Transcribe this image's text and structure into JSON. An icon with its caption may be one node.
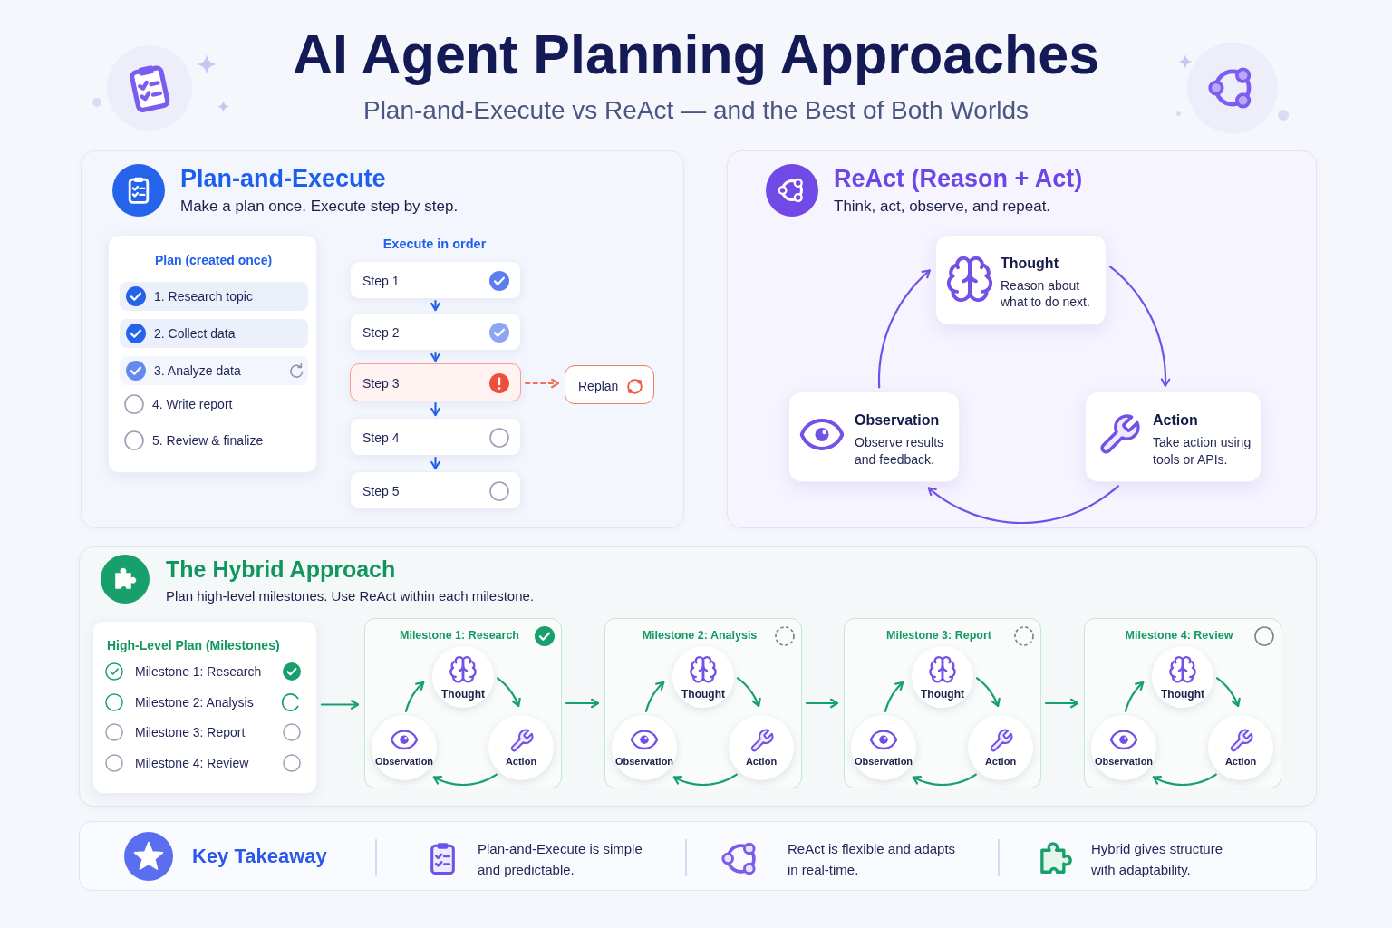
{
  "diagram": {
    "title": "AI Agent Planning Approaches",
    "nodes": [
      {
        "text": [
          "Plan-and-Execute",
          "Make a plan once. Execute step by step."
        ]
      },
      {
        "text": [
          "Plan (created once)"
        ],
        "in": 0
      },
      {
        "text": [
          "1. Research topic"
        ],
        "in": 1
      },
      {
        "text": [
          "2. Collect data"
        ],
        "in": 1
      },
      {
        "text": [
          "3. Analyze data"
        ],
        "in": 1
      },
      {
        "text": [
          "Step 1"
        ],
        "in": 0
      },
      {
        "text": [
          "Step 2"
        ],
        "in": 0
      },
      {
        "text": [
          "Step 3"
        ],
        "in": 0
      },
      {
        "text": [
          "Step 4"
        ],
        "in": 0
      },
      {
        "text": [
          "Step 5"
        ],
        "in": 0
      },
      {
        "text": [
          "Replan"
        ],
        "in": 0
      },
      {
        "text": [
          "ReAct (Reason + Act)",
          "Think, act, observe, and repeat."
        ]
      },
      {
        "text": [
          "Thought",
          "Reason about what to do next."
        ],
        "in": 11
      },
      {
        "text": [
          "Observation",
          "Observe results and feedback."
        ],
        "in": 11
      },
      {
        "text": [
          "Action",
          "Take action using tools or APIs."
        ],
        "in": 11
      },
      {
        "text": [
          "The Hybrid Approach",
          "Plan high-level milestones. Use ReAct within each milestone."
        ]
      },
      {
        "text": [
          "High-Level Plan (Milestones)"
        ],
        "in": 15
      },
      {
        "text": [
          "Milestone 1: Research"
        ],
        "in": 15
      },
      {
        "text": [
          "Thought"
        ],
        "in": 17
      },
      {
        "text": [
          "Observation"
        ],
        "in": 17
      },
      {
        "text": [
          "Action"
        ],
        "in": 17
      },
      {
        "text": [
          "Milestone 2: Analysis"
        ],
        "in": 15
      },
      {
        "text": [
          "Thought"
        ],
        "in": 21
      },
      {
        "text": [
          "Observation"
        ],
        "in": 21
      },
      {
        "text": [
          "Action"
        ],
        "in": 21
      },
      {
        "text": [
          "Milestone 3: Report"
        ],
        "in": 15
      },
      {
        "text": [
          "Thought"
        ],
        "in": 25
      },
      {
        "text": [
          "Observation"
        ],
        "in": 25
      },
      {
        "text": [
          "Action"
        ],
        "in": 25
      },
      {
        "text": [
          "Milestone 4: Review"
        ],
        "in": 15
      },
      {
        "text": [
          "Thought"
        ],
        "in": 29
      },
      {
        "text": [
          "Observation"
        ],
        "in": 29
      },
      {
        "text": [
          "Action"
        ],
        "in": 29
      },
      {
        "text": [
          "Key Takeaway",
          "Plan-and-Execute is simple and predictable.",
          "ReAct is flexible and adapts in real-time.",
          "Hybrid gives structure with adaptability."
        ]
      }
    ],
    "edges": [
      {
        "from": 5,
        "to": 6,
        "arrow": "to",
        "color": "#2563eb"
      },
      {
        "from": 6,
        "to": 7,
        "arrow": "to",
        "color": "#2563eb"
      },
      {
        "from": 7,
        "to": 8,
        "arrow": "to",
        "color": "#2563eb"
      },
      {
        "from": 8,
        "to": 9,
        "arrow": "to",
        "color": "#2563eb"
      },
      {
        "from": 7,
        "to": 10,
        "arrow": "to",
        "style": "dashed",
        "color": "#f0705f"
      },
      {
        "from": 12,
        "to": 14,
        "arrow": "to",
        "color": "#7450e8"
      },
      {
        "from": 14,
        "to": 13,
        "arrow": "to",
        "color": "#7450e8"
      },
      {
        "from": 13,
        "to": 12,
        "arrow": "to",
        "color": "#7450e8"
      },
      {
        "from": 16,
        "to": 17,
        "arrow": "to"
      },
      {
        "from": 17,
        "to": 21,
        "arrow": "to"
      },
      {
        "from": 21,
        "to": 25,
        "arrow": "to"
      },
      {
        "from": 25,
        "to": 29,
        "arrow": "to"
      },
      {
        "from": 18,
        "to": 20,
        "arrow": "to"
      },
      {
        "from": 20,
        "to": 19,
        "arrow": "to"
      },
      {
        "from": 19,
        "to": 18,
        "arrow": "to"
      },
      {
        "from": 22,
        "to": 24,
        "arrow": "to"
      },
      {
        "from": 24,
        "to": 23,
        "arrow": "to"
      },
      {
        "from": 23,
        "to": 22,
        "arrow": "to"
      },
      {
        "from": 26,
        "to": 28,
        "arrow": "to"
      },
      {
        "from": 28,
        "to": 27,
        "arrow": "to"
      },
      {
        "from": 27,
        "to": 26,
        "arrow": "to"
      },
      {
        "from": 30,
        "to": 32,
        "arrow": "to"
      },
      {
        "from": 32,
        "to": 31,
        "arrow": "to"
      },
      {
        "from": 31,
        "to": 30,
        "arrow": "to"
      }
    ],
    "labels": [
      "Plan-and-Execute vs ReAct — and the Best of Both Worlds",
      "4. Write report",
      "5. Review & finalize",
      "Execute in order",
      "Milestone 1: Research",
      "Milestone 2: Analysis",
      "Milestone 3: Report",
      "Milestone 4: Review"
    ]
  }
}
